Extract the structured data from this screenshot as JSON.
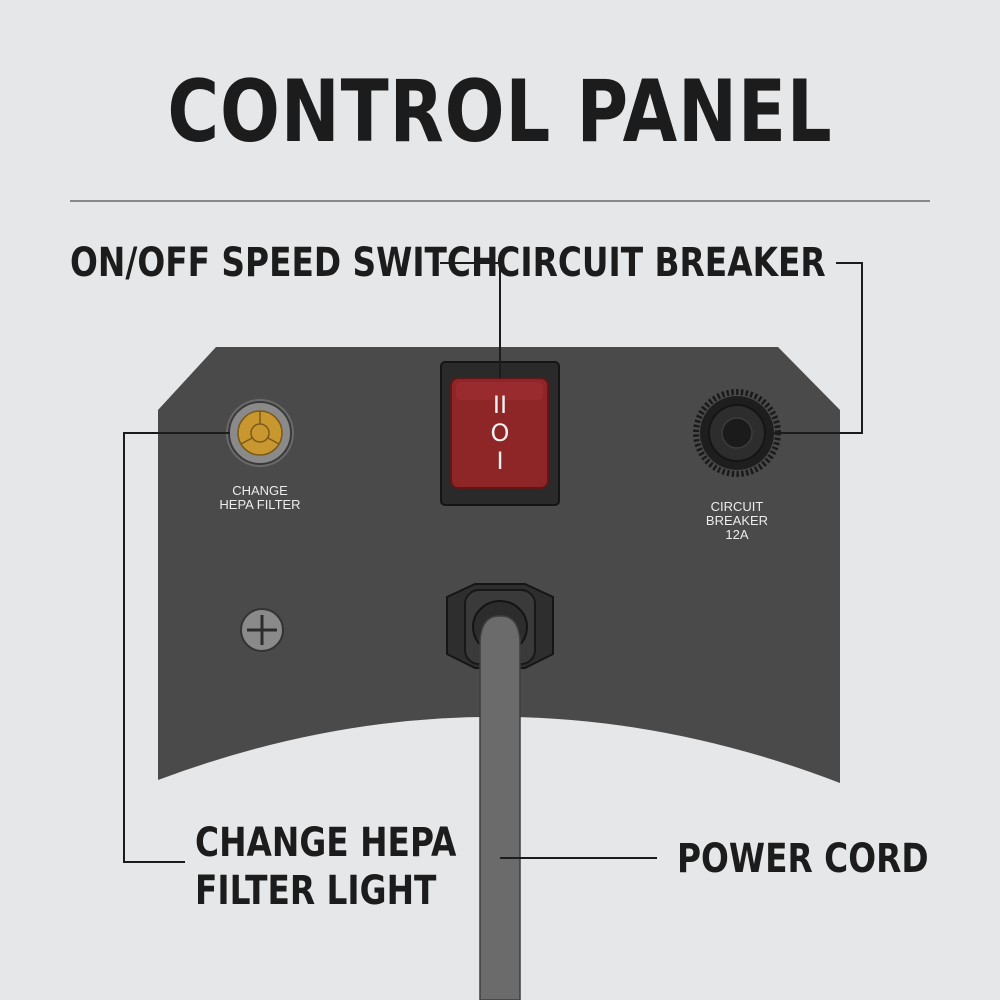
{
  "title": "CONTROL PANEL",
  "callouts": {
    "switch": "ON/OFF SPEED SWITCH",
    "breaker": "CIRCUIT BREAKER",
    "hepa_line1": "CHANGE HEPA",
    "hepa_line2": "FILTER LIGHT",
    "cord": "POWER CORD"
  },
  "panel_labels": {
    "hepa_line1": "CHANGE",
    "hepa_line2": "HEPA FILTER",
    "breaker_line1": "CIRCUIT",
    "breaker_line2": "BREAKER",
    "breaker_line3": "12A"
  },
  "switch_markings": [
    "II",
    "O",
    "I"
  ],
  "colors": {
    "background": "#e6e7e9",
    "panel": "#4a4a4a",
    "switch_red": "#8e2526",
    "hepa_light": "#c9972f",
    "cord": "#6b6b6b",
    "text": "#1c1c1c"
  }
}
